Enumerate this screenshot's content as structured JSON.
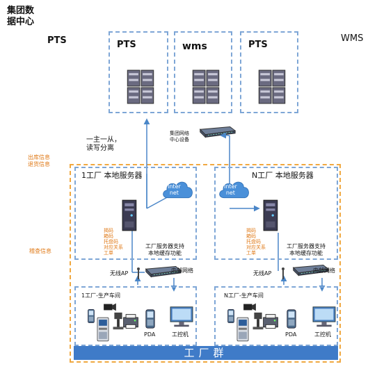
{
  "hq": {
    "title": "集团数\n据中心",
    "pts_left": "PTS",
    "wms_right": "WMS",
    "servers": [
      {
        "label": "PTS"
      },
      {
        "label": "wms"
      },
      {
        "label": "PTS"
      }
    ],
    "master_slave": "一主一从，\n读写分离",
    "group_net_device": "集团网络\n中心设备"
  },
  "side_labels": {
    "outbound": "出库信息\n退货信息",
    "audit": "稽查信息"
  },
  "factory1": {
    "server_title": "1工厂 本地服务器",
    "internet": "Inter\nnet",
    "codes": "揭码\n箱码\n托盘码\n对应关系\n工单",
    "cache_note": "工厂服务器支持\n本地缓存功能",
    "wireless_ap": "无线AP",
    "internal_net": "内部网络",
    "workshop": "1工厂-生产车间",
    "pda": "PDA",
    "ipc": "工控机"
  },
  "factoryN": {
    "server_title": "N工厂 本地服务器",
    "internet": "Inter\nnet",
    "codes": "揭码\n箱码\n托盘码\n对应关系\n工单",
    "cache_note": "工厂服务器支持\n本地缓存功能",
    "wireless_ap": "无线AP",
    "internal_net": "内部网络",
    "workshop": "N工厂-生产车间",
    "pda": "PDA",
    "ipc": "工控机"
  },
  "footer": "工厂群",
  "colors": {
    "blue_dash": "#7ea6d6",
    "orange_dash": "#f0a840",
    "orange_text": "#e07b1a",
    "arrow_blue": "#4a86c8",
    "footer_bar": "#3f7bc8",
    "cloud": "#4a90d9"
  }
}
